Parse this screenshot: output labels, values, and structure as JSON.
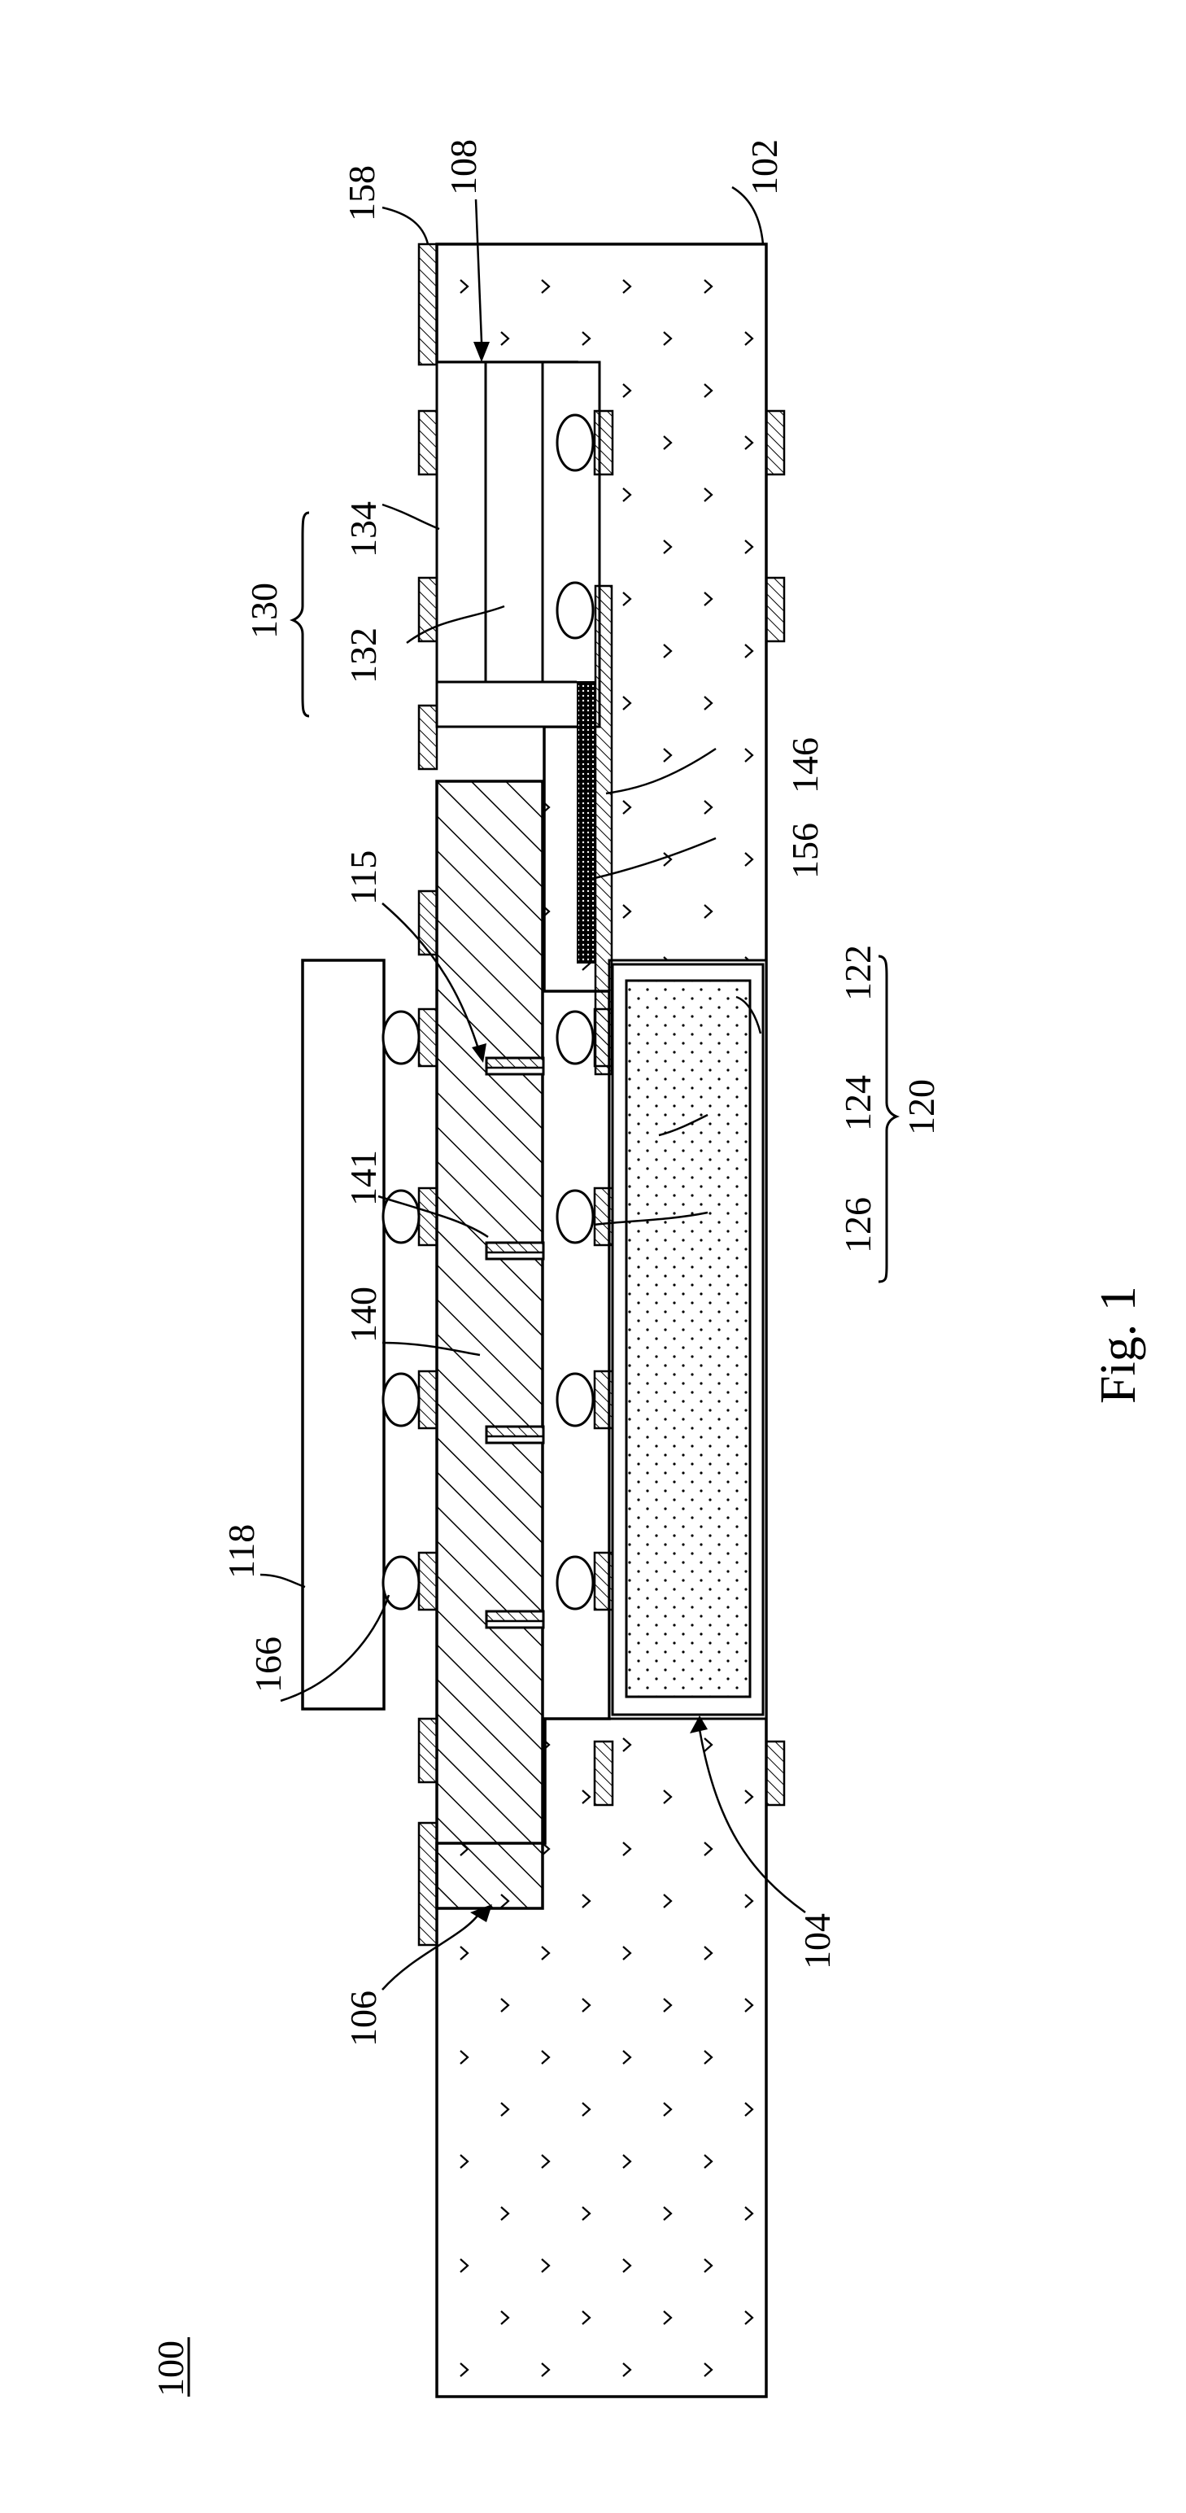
{
  "figure": {
    "caption": "Fig. 1",
    "overall_ref": "100",
    "reference_numerals": {
      "r102": "102",
      "r104": "104",
      "r106": "106",
      "r108": "108",
      "r115": "115",
      "r118": "118",
      "r120": "120",
      "r122": "122",
      "r124": "124",
      "r126": "126",
      "r130": "130",
      "r132": "132",
      "r134": "134",
      "r140": "140",
      "r141": "141",
      "r146": "146",
      "r156": "156",
      "r158": "158",
      "r166": "166"
    }
  }
}
